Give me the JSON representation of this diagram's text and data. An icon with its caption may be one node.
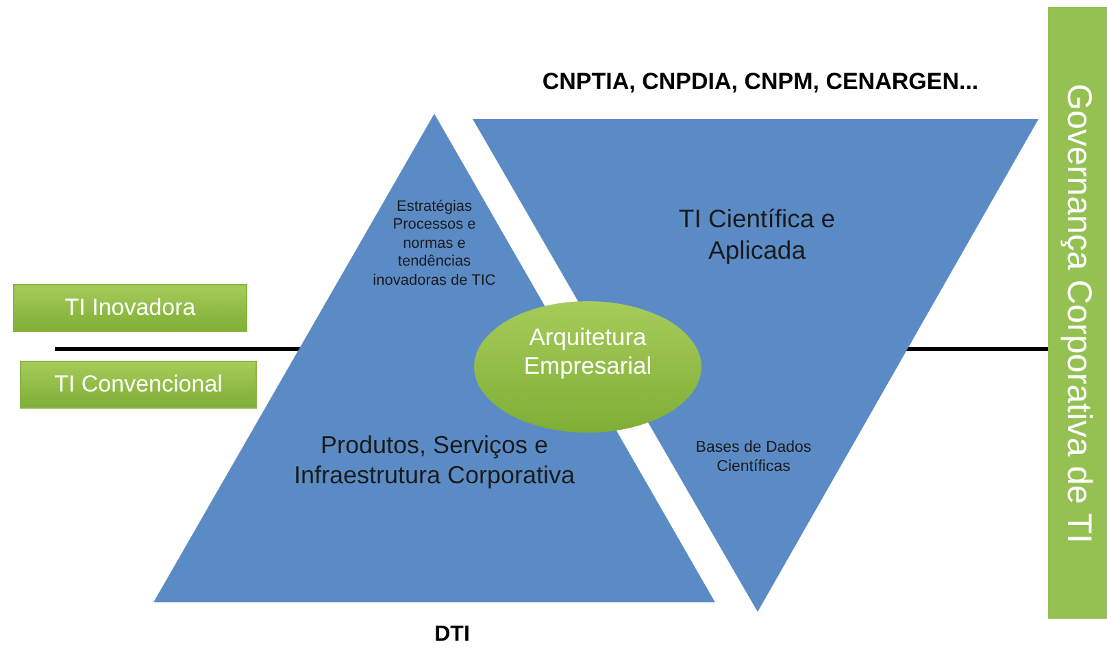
{
  "diagram": {
    "nodes": [
      {
        "text": [
          "Estratégias Processos e normas e tendências inovadoras de TIC",
          "Produtos, Serviços e Infraestrutura Corporativa"
        ],
        "beside": [
          "DTI"
        ]
      },
      {
        "text": [
          "TI  Científica e Aplicada",
          "Bases de Dados Científicas"
        ],
        "beside": [
          "CNPTIA, CNPDIA, CNPM, CENARGEN..."
        ]
      },
      {
        "text": [
          "TI Inovadora"
        ]
      },
      {
        "text": [
          "TI Convencional"
        ]
      },
      {
        "text": [
          "Arquitetura Empresarial"
        ]
      },
      {
        "text": [
          "Governança Corporativa de TI"
        ]
      }
    ]
  }
}
